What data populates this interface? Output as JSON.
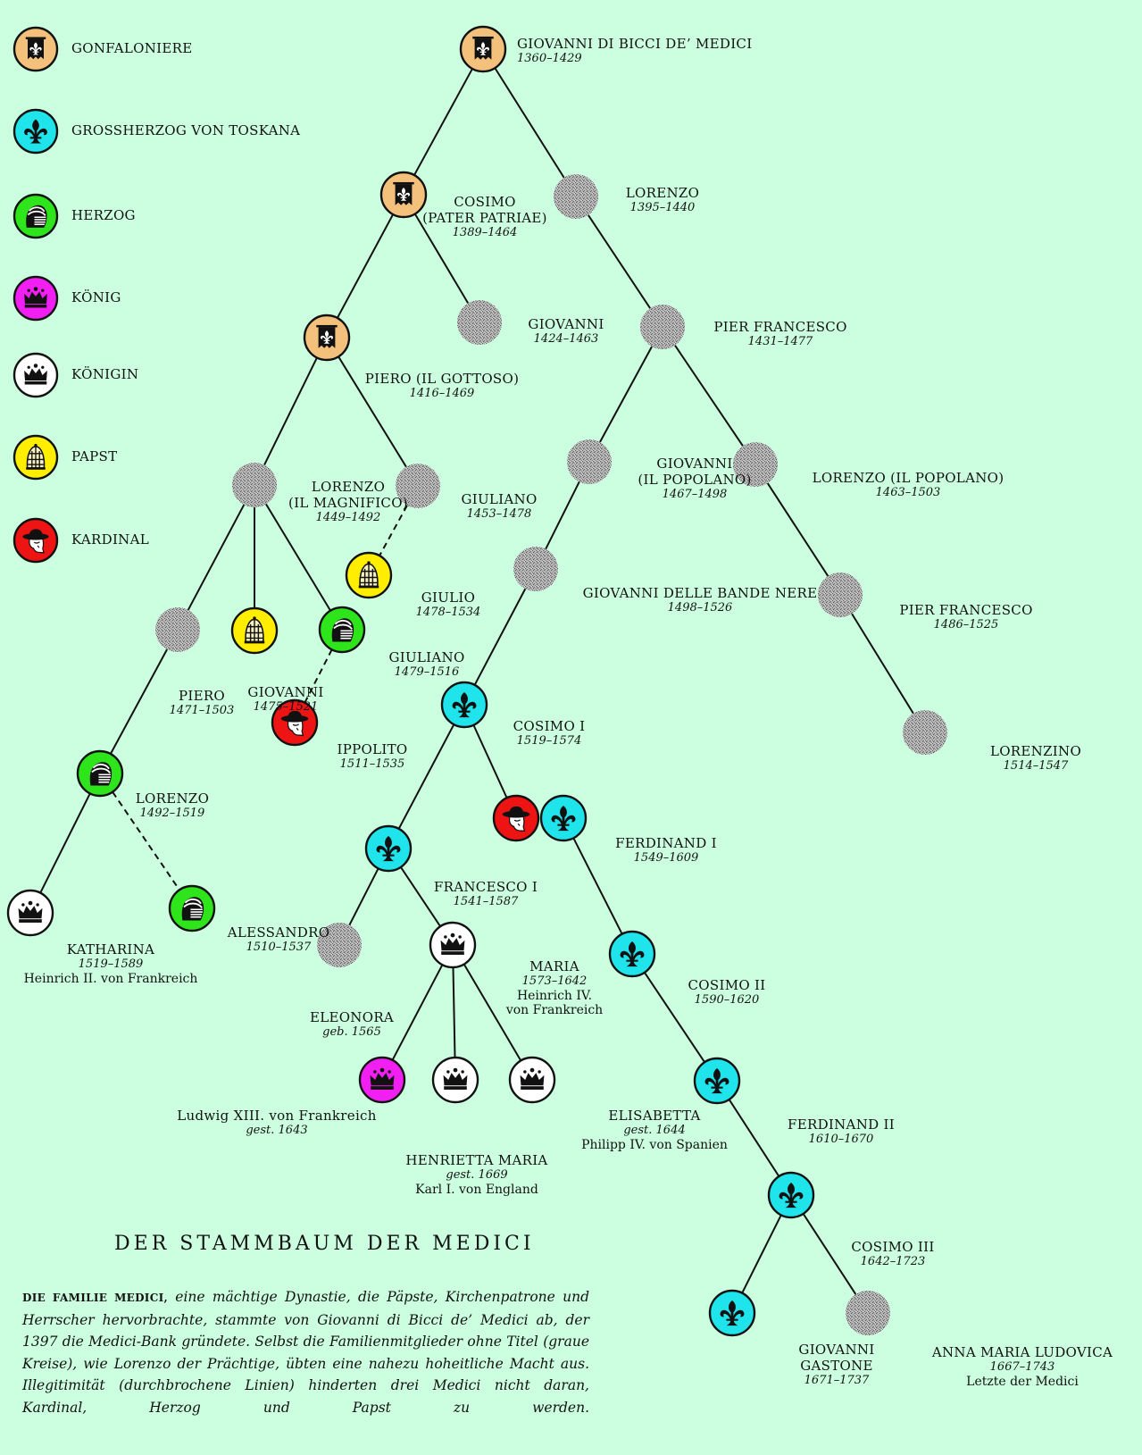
{
  "colors": {
    "background": "#ccffe0",
    "gonfaloniere": "#f4c17c",
    "grossherzog": "#1fe4ec",
    "herzog": "#2ee51c",
    "koenig": "#f11ff1",
    "koenigin": "#ffffff",
    "papst": "#ffee00",
    "kardinal": "#ee1414",
    "untitled": "#9a9a9a",
    "line": "#111111"
  },
  "legend": [
    {
      "type": "gonfaloniere",
      "icon": "banner-lily-icon",
      "label": "GONFALONIERE"
    },
    {
      "type": "grossherzog",
      "icon": "fleur-de-lis-icon",
      "label": "GROSSHERZOG VON TOSKANA"
    },
    {
      "type": "herzog",
      "icon": "helmet-icon",
      "label": "HERZOG"
    },
    {
      "type": "koenig",
      "icon": "crown-icon",
      "label": "KÖNIG"
    },
    {
      "type": "koenigin",
      "icon": "crown-icon",
      "label": "KÖNIGIN"
    },
    {
      "type": "papst",
      "icon": "papal-tiara-icon",
      "label": "PAPST"
    },
    {
      "type": "kardinal",
      "icon": "cardinal-hat-icon",
      "label": "KARDINAL"
    }
  ],
  "members": [
    {
      "id": "giovanni_bicci",
      "type": "gonfaloniere",
      "lines": [
        "GIOVANNI DI BICCI DE’ MEDICI"
      ],
      "dates": "1360–1429"
    },
    {
      "id": "cosimo",
      "type": "gonfaloniere",
      "lines": [
        "COSIMO",
        "(PATER PATRIAE)"
      ],
      "dates": "1389–1464"
    },
    {
      "id": "lorenzo_1395",
      "type": "untitled",
      "lines": [
        "LORENZO"
      ],
      "dates": "1395–1440"
    },
    {
      "id": "giovanni_1424",
      "type": "untitled",
      "lines": [
        "GIOVANNI"
      ],
      "dates": "1424–1463"
    },
    {
      "id": "piero_gottoso",
      "type": "gonfaloniere",
      "lines": [
        "PIERO (IL GOTTOSO)"
      ],
      "dates": "1416–1469"
    },
    {
      "id": "pier_francesco_1431",
      "type": "untitled",
      "lines": [
        "PIER FRANCESCO"
      ],
      "dates": "1431–1477"
    },
    {
      "id": "lorenzo_magnifico",
      "type": "untitled",
      "lines": [
        "LORENZO",
        "(IL MAGNIFICO)"
      ],
      "dates": "1449–1492"
    },
    {
      "id": "giuliano_1453",
      "type": "untitled",
      "lines": [
        "GIULIANO"
      ],
      "dates": "1453–1478"
    },
    {
      "id": "giovanni_popolano",
      "type": "untitled",
      "lines": [
        "GIOVANNI",
        "(IL POPOLANO)"
      ],
      "dates": "1467–1498"
    },
    {
      "id": "lorenzo_popolano",
      "type": "untitled",
      "lines": [
        "LORENZO (IL POPOLANO)"
      ],
      "dates": "1463–1503"
    },
    {
      "id": "giulio",
      "type": "papst",
      "lines": [
        "GIULIO"
      ],
      "dates": "1478–1534"
    },
    {
      "id": "giovanni_bande_nere",
      "type": "untitled",
      "lines": [
        "GIOVANNI DELLE BANDE NERE"
      ],
      "dates": "1498–1526"
    },
    {
      "id": "pier_francesco_1486",
      "type": "untitled",
      "lines": [
        "PIER FRANCESCO"
      ],
      "dates": "1486–1525"
    },
    {
      "id": "piero_1471",
      "type": "untitled",
      "lines": [
        "PIERO"
      ],
      "dates": "1471–1503"
    },
    {
      "id": "giovanni_1475",
      "type": "papst",
      "lines": [
        "GIOVANNI"
      ],
      "dates": "1475–1521"
    },
    {
      "id": "giuliano_1479",
      "type": "herzog",
      "lines": [
        "GIULIANO"
      ],
      "dates": "1479–1516"
    },
    {
      "id": "cosimo_i",
      "type": "grossherzog",
      "lines": [
        "COSIMO I"
      ],
      "dates": "1519–1574"
    },
    {
      "id": "ippolito",
      "type": "kardinal",
      "lines": [
        "IPPOLITO"
      ],
      "dates": "1511–1535"
    },
    {
      "id": "lorenzino",
      "type": "untitled",
      "lines": [
        "LORENZINO"
      ],
      "dates": "1514–1547"
    },
    {
      "id": "lorenzo_1492",
      "type": "herzog",
      "lines": [
        "LORENZO"
      ],
      "dates": "1492–1519"
    },
    {
      "id": "ferdinand_i",
      "type": "grossherzog",
      "also": "kardinal",
      "lines": [
        "FERDINAND I"
      ],
      "dates": "1549–1609"
    },
    {
      "id": "francesco_i",
      "type": "grossherzog",
      "lines": [
        "FRANCESCO I"
      ],
      "dates": "1541–1587"
    },
    {
      "id": "alessandro",
      "type": "herzog",
      "lines": [
        "ALESSANDRO"
      ],
      "dates": "1510–1537"
    },
    {
      "id": "katharina",
      "type": "koenigin",
      "lines": [
        "KATHARINA"
      ],
      "dates": "1519–1589",
      "note": "Heinrich II. von Frankreich"
    },
    {
      "id": "eleonora",
      "type": "untitled",
      "lines": [
        "ELEONORA"
      ],
      "dates": "geb. 1565"
    },
    {
      "id": "maria",
      "type": "koenigin",
      "lines": [
        "MARIA"
      ],
      "dates": "1573–1642",
      "note": "Heinrich IV.\nvon Frankreich"
    },
    {
      "id": "cosimo_ii",
      "type": "grossherzog",
      "lines": [
        "COSIMO II"
      ],
      "dates": "1590–1620"
    },
    {
      "id": "ludwig",
      "type": "koenig",
      "lines": [
        "Ludwig XIII. von Frankreich"
      ],
      "dates": "gest. 1643"
    },
    {
      "id": "henrietta_maria",
      "type": "koenigin",
      "lines": [
        "HENRIETTA MARIA"
      ],
      "dates": "gest. 1669",
      "note": "Karl I. von England"
    },
    {
      "id": "elisabetta",
      "type": "koenigin",
      "lines": [
        "ELISABETTA"
      ],
      "dates": "gest. 1644",
      "note": "Philipp IV. von Spanien"
    },
    {
      "id": "ferdinand_ii",
      "type": "grossherzog",
      "lines": [
        "FERDINAND II"
      ],
      "dates": "1610–1670"
    },
    {
      "id": "cosimo_iii",
      "type": "grossherzog",
      "lines": [
        "COSIMO III"
      ],
      "dates": "1642–1723"
    },
    {
      "id": "gian_gastone",
      "type": "grossherzog",
      "lines": [
        "GIOVANNI",
        "GASTONE"
      ],
      "dates": "1671–1737"
    },
    {
      "id": "anna_maria",
      "type": "untitled",
      "lines": [
        "ANNA MARIA LUDOVICA"
      ],
      "dates": "1667–1743",
      "note": "Letzte der Medici"
    }
  ],
  "links": [
    {
      "from": "giovanni_bicci",
      "to": "cosimo",
      "style": "solid"
    },
    {
      "from": "giovanni_bicci",
      "to": "lorenzo_1395",
      "style": "solid"
    },
    {
      "from": "cosimo",
      "to": "piero_gottoso",
      "style": "solid"
    },
    {
      "from": "cosimo",
      "to": "giovanni_1424",
      "style": "solid"
    },
    {
      "from": "lorenzo_1395",
      "to": "pier_francesco_1431",
      "style": "solid"
    },
    {
      "from": "piero_gottoso",
      "to": "lorenzo_magnifico",
      "style": "solid"
    },
    {
      "from": "piero_gottoso",
      "to": "giuliano_1453",
      "style": "solid"
    },
    {
      "from": "pier_francesco_1431",
      "to": "giovanni_popolano",
      "style": "solid"
    },
    {
      "from": "pier_francesco_1431",
      "to": "lorenzo_popolano",
      "style": "solid"
    },
    {
      "from": "giuliano_1453",
      "to": "giulio",
      "style": "dashed"
    },
    {
      "from": "lorenzo_magnifico",
      "to": "piero_1471",
      "style": "solid"
    },
    {
      "from": "lorenzo_magnifico",
      "to": "giovanni_1475",
      "style": "solid"
    },
    {
      "from": "lorenzo_magnifico",
      "to": "giuliano_1479",
      "style": "solid"
    },
    {
      "from": "giovanni_popolano",
      "to": "giovanni_bande_nere",
      "style": "solid"
    },
    {
      "from": "lorenzo_popolano",
      "to": "pier_francesco_1486",
      "style": "solid"
    },
    {
      "from": "pier_francesco_1486",
      "to": "lorenzino",
      "style": "solid"
    },
    {
      "from": "giovanni_bande_nere",
      "to": "cosimo_i",
      "style": "solid"
    },
    {
      "from": "giuliano_1479",
      "to": "ippolito",
      "style": "dashed"
    },
    {
      "from": "piero_1471",
      "to": "lorenzo_1492",
      "style": "solid"
    },
    {
      "from": "lorenzo_1492",
      "to": "katharina",
      "style": "solid"
    },
    {
      "from": "lorenzo_1492",
      "to": "alessandro",
      "style": "dashed"
    },
    {
      "from": "cosimo_i",
      "to": "francesco_i",
      "style": "solid"
    },
    {
      "from": "cosimo_i",
      "to": "ferdinand_i",
      "style": "solid"
    },
    {
      "from": "francesco_i",
      "to": "eleonora",
      "style": "solid"
    },
    {
      "from": "francesco_i",
      "to": "maria",
      "style": "solid"
    },
    {
      "from": "ferdinand_i",
      "to": "cosimo_ii",
      "style": "solid"
    },
    {
      "from": "maria",
      "to": "ludwig",
      "style": "solid"
    },
    {
      "from": "maria",
      "to": "henrietta_maria",
      "style": "solid"
    },
    {
      "from": "maria",
      "to": "elisabetta",
      "style": "solid"
    },
    {
      "from": "cosimo_ii",
      "to": "ferdinand_ii",
      "style": "solid"
    },
    {
      "from": "ferdinand_ii",
      "to": "cosimo_iii",
      "style": "solid"
    },
    {
      "from": "cosimo_iii",
      "to": "gian_gastone",
      "style": "solid"
    },
    {
      "from": "cosimo_iii",
      "to": "anna_maria",
      "style": "solid"
    }
  ],
  "title": "DER STAMMBAUM DER MEDICI",
  "description": {
    "lead": "DIE FAMILIE MEDICI,",
    "text": "eine mächtige Dynastie, die Päpste, Kirchenpatrone und Herrscher hervorbrachte, stammte von Giovanni di Bicci de’ Medici ab, der 1397 die Medici-Bank gründete. Selbst die Familienmitglieder ohne Titel (graue Kreise), wie Lorenzo der Prächtige, übten eine nahezu hoheitliche Macht aus. Illegitimität (durchbrochene Linien) hinderten drei Medici nicht daran, Kardinal, Herzog und Papst zu werden."
  }
}
